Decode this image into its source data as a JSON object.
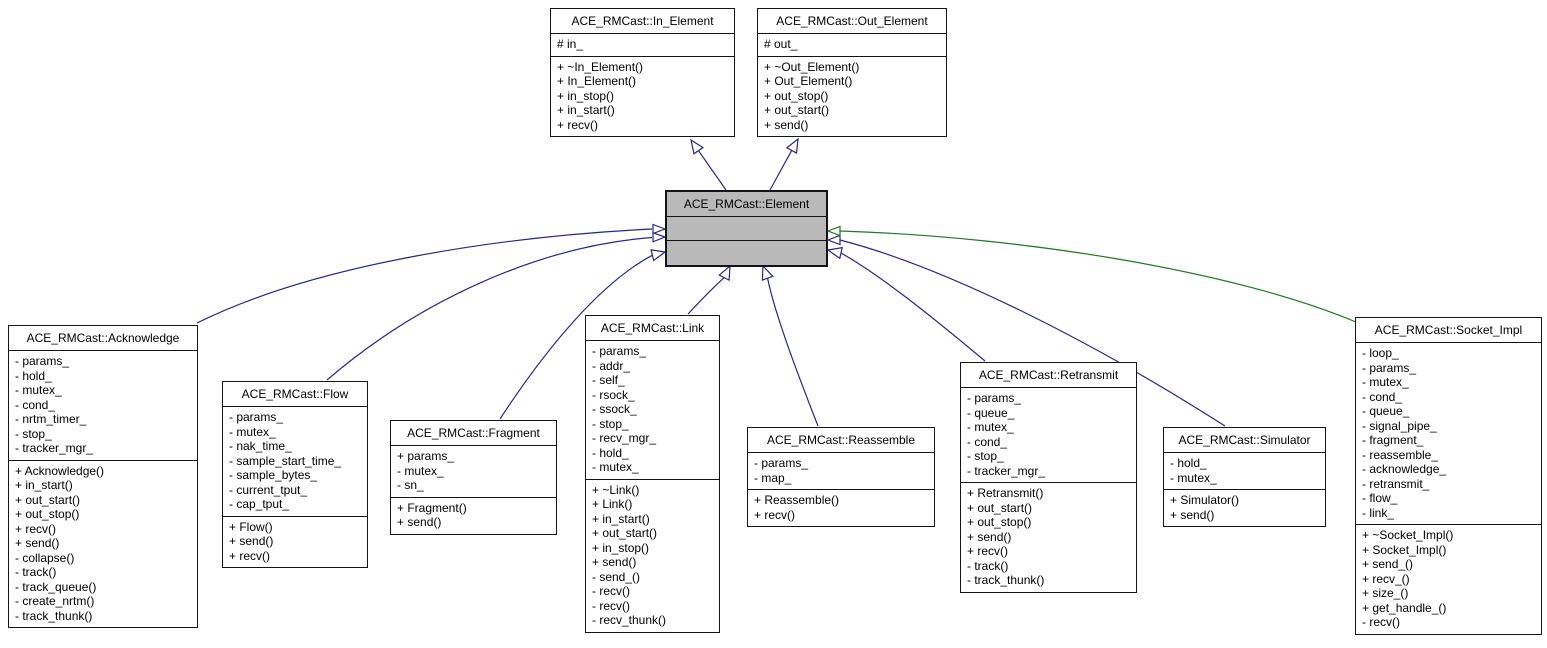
{
  "diagram": {
    "kind": "uml-class-inheritance-graph",
    "colors": {
      "background": "#ffffff",
      "node_fill": "#ffffff",
      "highlight_node_fill": "#b9b9b9",
      "node_border": "#141414",
      "edge_public_inheritance": "#27278b",
      "edge_protected_inheritance": "#1e7b1e"
    },
    "classes": {
      "in_element": {
        "name": "ACE_RMCast::In_Element",
        "attributes": [
          "# in_"
        ],
        "methods": [
          "+ ~In_Element()",
          "+ In_Element()",
          "+ in_stop()",
          "+ in_start()",
          "+ recv()"
        ]
      },
      "out_element": {
        "name": "ACE_RMCast::Out_Element",
        "attributes": [
          "# out_"
        ],
        "methods": [
          "+ ~Out_Element()",
          "+ Out_Element()",
          "+ out_stop()",
          "+ out_start()",
          "+ send()"
        ]
      },
      "element": {
        "name": "ACE_RMCast::Element",
        "attributes": [],
        "methods": []
      },
      "acknowledge": {
        "name": "ACE_RMCast::Acknowledge",
        "attributes": [
          "- params_",
          "- hold_",
          "- mutex_",
          "- cond_",
          "- nrtm_timer_",
          "- stop_",
          "- tracker_mgr_"
        ],
        "methods": [
          "+ Acknowledge()",
          "+ in_start()",
          "+ out_start()",
          "+ out_stop()",
          "+ recv()",
          "+ send()",
          "- collapse()",
          "- track()",
          "- track_queue()",
          "- create_nrtm()",
          "- track_thunk()"
        ]
      },
      "flow": {
        "name": "ACE_RMCast::Flow",
        "attributes": [
          "- params_",
          "- mutex_",
          "- nak_time_",
          "- sample_start_time_",
          "- sample_bytes_",
          "- current_tput_",
          "- cap_tput_"
        ],
        "methods": [
          "+ Flow()",
          "+ send()",
          "+ recv()"
        ]
      },
      "fragment": {
        "name": "ACE_RMCast::Fragment",
        "attributes": [
          "+ params_",
          "- mutex_",
          "- sn_"
        ],
        "methods": [
          "+ Fragment()",
          "+ send()"
        ]
      },
      "link": {
        "name": "ACE_RMCast::Link",
        "attributes": [
          "- params_",
          "- addr_",
          "- self_",
          "- rsock_",
          "- ssock_",
          "- stop_",
          "- recv_mgr_",
          "- hold_",
          "- mutex_"
        ],
        "methods": [
          "+ ~Link()",
          "+ Link()",
          "+ in_start()",
          "+ out_start()",
          "+ in_stop()",
          "+ send()",
          "- send_()",
          "- recv()",
          "- recv()",
          "- recv_thunk()"
        ]
      },
      "reassemble": {
        "name": "ACE_RMCast::Reassemble",
        "attributes": [
          "- params_",
          "- map_"
        ],
        "methods": [
          "+ Reassemble()",
          "+ recv()"
        ]
      },
      "retransmit": {
        "name": "ACE_RMCast::Retransmit",
        "attributes": [
          "- params_",
          "- queue_",
          "- mutex_",
          "- cond_",
          "- stop_",
          "- tracker_mgr_"
        ],
        "methods": [
          "+ Retransmit()",
          "+ out_start()",
          "+ out_stop()",
          "+ send()",
          "+ recv()",
          "- track()",
          "- track_thunk()"
        ]
      },
      "simulator": {
        "name": "ACE_RMCast::Simulator",
        "attributes": [
          "- hold_",
          "- mutex_"
        ],
        "methods": [
          "+ Simulator()",
          "+ send()"
        ]
      },
      "socket_impl": {
        "name": "ACE_RMCast::Socket_Impl",
        "attributes": [
          "- loop_",
          "- params_",
          "- mutex_",
          "- cond_",
          "- queue_",
          "- signal_pipe_",
          "- fragment_",
          "- reassemble_",
          "- acknowledge_",
          "- retransmit_",
          "- flow_",
          "- link_"
        ],
        "methods": [
          "+ ~Socket_Impl()",
          "+ Socket_Impl()",
          "+ send_()",
          "+ recv_()",
          "+ size_()",
          "+ get_handle_()",
          "- recv()"
        ]
      }
    },
    "edges": [
      {
        "from": "ACE_RMCast::Element",
        "to": "ACE_RMCast::In_Element",
        "relation": "public-inheritance",
        "color": "#27278b"
      },
      {
        "from": "ACE_RMCast::Element",
        "to": "ACE_RMCast::Out_Element",
        "relation": "public-inheritance",
        "color": "#27278b"
      },
      {
        "from": "ACE_RMCast::Acknowledge",
        "to": "ACE_RMCast::Element",
        "relation": "public-inheritance",
        "color": "#27278b"
      },
      {
        "from": "ACE_RMCast::Flow",
        "to": "ACE_RMCast::Element",
        "relation": "public-inheritance",
        "color": "#27278b"
      },
      {
        "from": "ACE_RMCast::Fragment",
        "to": "ACE_RMCast::Element",
        "relation": "public-inheritance",
        "color": "#27278b"
      },
      {
        "from": "ACE_RMCast::Link",
        "to": "ACE_RMCast::Element",
        "relation": "public-inheritance",
        "color": "#27278b"
      },
      {
        "from": "ACE_RMCast::Reassemble",
        "to": "ACE_RMCast::Element",
        "relation": "public-inheritance",
        "color": "#27278b"
      },
      {
        "from": "ACE_RMCast::Retransmit",
        "to": "ACE_RMCast::Element",
        "relation": "public-inheritance",
        "color": "#27278b"
      },
      {
        "from": "ACE_RMCast::Simulator",
        "to": "ACE_RMCast::Element",
        "relation": "public-inheritance",
        "color": "#27278b"
      },
      {
        "from": "ACE_RMCast::Socket_Impl",
        "to": "ACE_RMCast::Element",
        "relation": "protected-inheritance",
        "color": "#1e7b1e"
      }
    ]
  }
}
